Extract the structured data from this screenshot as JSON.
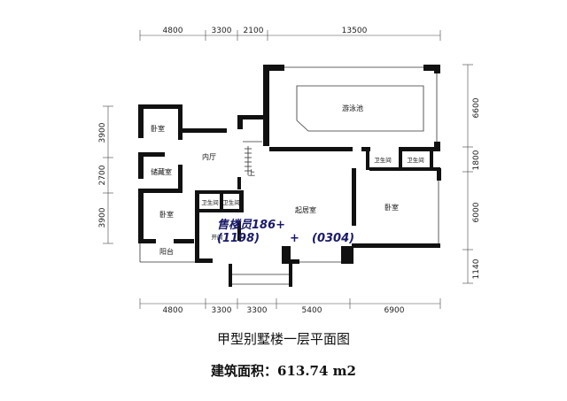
{
  "dims_top": [
    "4800",
    "3300",
    "2100",
    "13500"
  ],
  "dims_bottom": [
    "4800",
    "3300",
    "3300",
    "5400",
    "6900"
  ],
  "dims_left": [
    "3900",
    "2700",
    "3900"
  ],
  "dims_right": [
    "6600",
    "1800",
    "6000",
    "1140"
  ],
  "rooms": {
    "bedroom_nw": "卧室",
    "storage": "储藏室",
    "inner_hall": "内厅",
    "bedroom_w": "卧室",
    "balcony": "阳台",
    "bath_small_1": "卫生间",
    "bath_small_2": "卫生间",
    "misc": "开间",
    "stair_up": "上",
    "living": "起居室",
    "pool": "游泳池",
    "bath_e1": "卫生间",
    "bath_e2": "卫生间",
    "bedroom_e": "卧室"
  },
  "watermark": {
    "line1": "售楼员186+",
    "line2a": "(1198)",
    "line2b": "+",
    "line2c": "(0304)"
  },
  "title": "甲型别墅楼一层平面图",
  "area": "建筑面积：613.74 m2"
}
